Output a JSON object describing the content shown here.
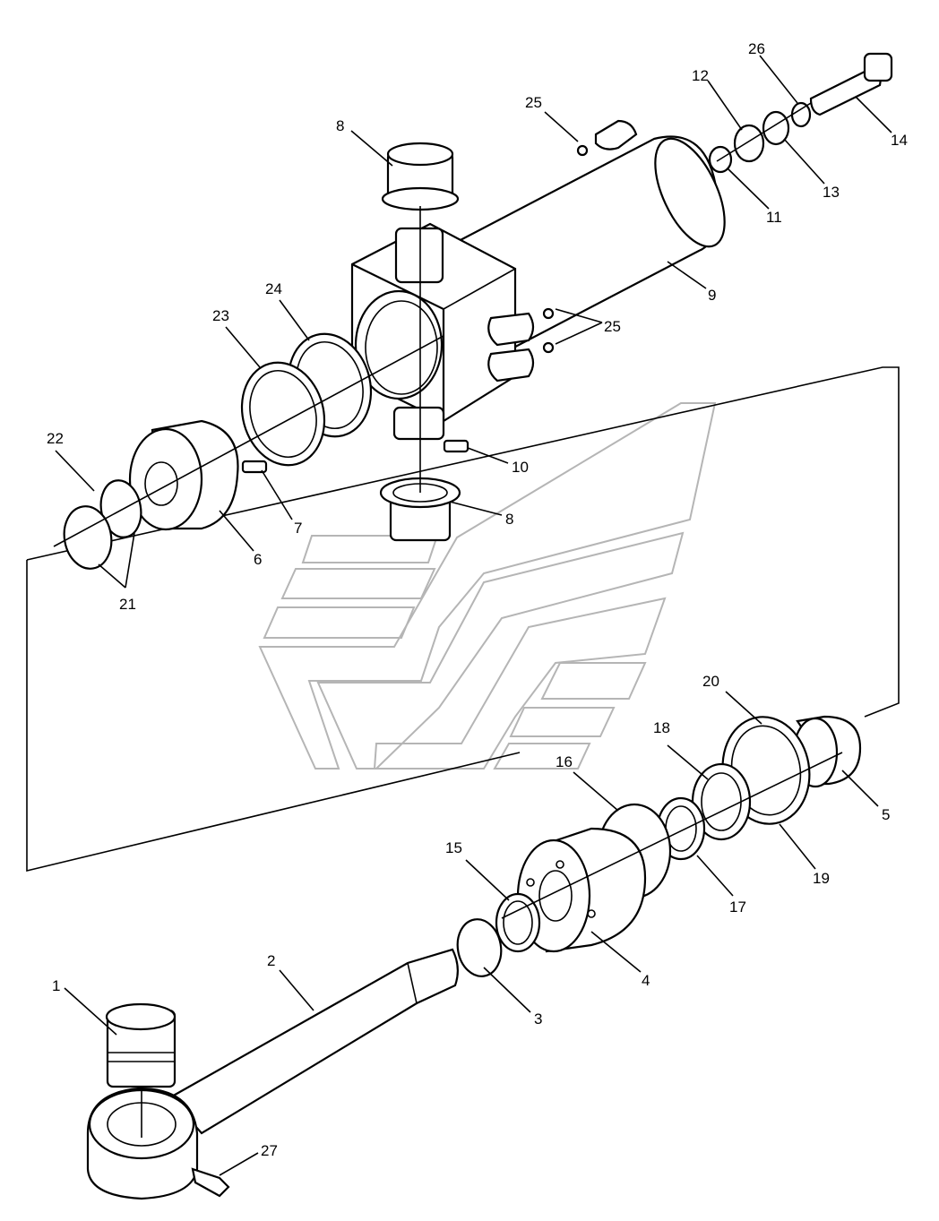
{
  "callouts": [
    {
      "label": "1"
    },
    {
      "label": "2"
    },
    {
      "label": "3"
    },
    {
      "label": "4"
    },
    {
      "label": "5"
    },
    {
      "label": "6"
    },
    {
      "label": "7"
    },
    {
      "label": "8"
    },
    {
      "label": "8"
    },
    {
      "label": "9"
    },
    {
      "label": "10"
    },
    {
      "label": "11"
    },
    {
      "label": "12"
    },
    {
      "label": "13"
    },
    {
      "label": "14"
    },
    {
      "label": "15"
    },
    {
      "label": "16"
    },
    {
      "label": "17"
    },
    {
      "label": "18"
    },
    {
      "label": "19"
    },
    {
      "label": "20"
    },
    {
      "label": "21"
    },
    {
      "label": "22"
    },
    {
      "label": "23"
    },
    {
      "label": "24"
    },
    {
      "label": "25"
    },
    {
      "label": "25"
    },
    {
      "label": "26"
    },
    {
      "label": "27"
    }
  ],
  "colors": {
    "line": "#000000",
    "watermark": "#b5b5b5",
    "background": "#ffffff"
  }
}
